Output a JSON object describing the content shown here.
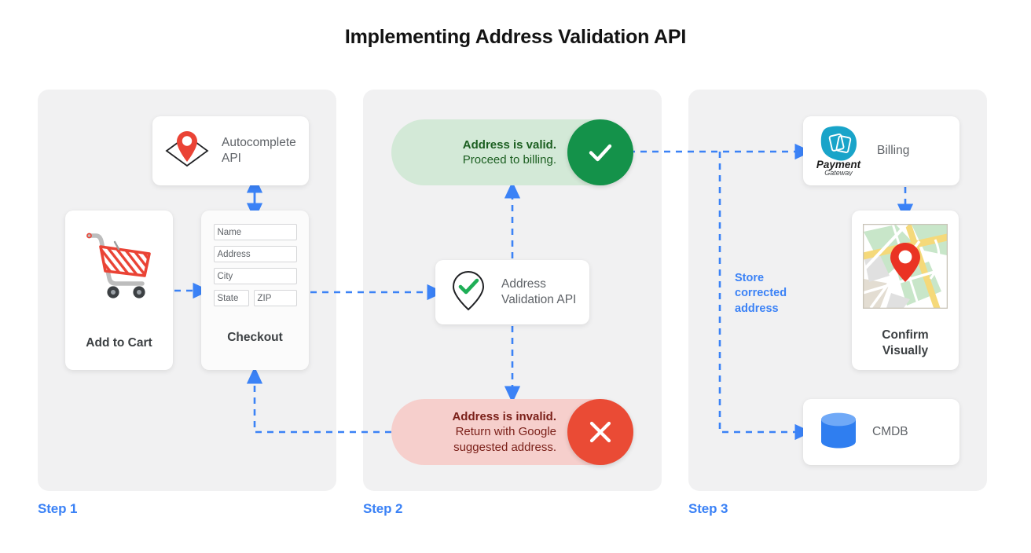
{
  "title": "Implementing Address Validation API",
  "accent_color": "#3b82f6",
  "panel_color": "#f1f1f2",
  "steps": [
    {
      "label": "Step 1"
    },
    {
      "label": "Step 2"
    },
    {
      "label": "Step 3"
    }
  ],
  "step1": {
    "autocomplete_card": {
      "label": "Autocomplete API",
      "icon": "map-pin-envelope-icon"
    },
    "add_to_cart_card": {
      "label": "Add to Cart",
      "icon": "shopping-cart-icon"
    },
    "checkout_card": {
      "label": "Checkout",
      "fields": [
        {
          "name": "name",
          "placeholder": "Name"
        },
        {
          "name": "address",
          "placeholder": "Address"
        },
        {
          "name": "city",
          "placeholder": "City"
        },
        {
          "name": "state",
          "placeholder": "State"
        },
        {
          "name": "zip",
          "placeholder": "ZIP"
        }
      ]
    }
  },
  "step2": {
    "valid_banner": {
      "line1": "Address is valid.",
      "line2": "Proceed to billing.",
      "badge_icon": "check-icon",
      "badge_color": "#14924a",
      "background": "#d3e9d7"
    },
    "validation_card": {
      "line1": "Address",
      "line2": "Validation API",
      "icon": "map-pin-check-icon"
    },
    "invalid_banner": {
      "line1": "Address is invalid.",
      "line2": "Return with Google",
      "line3": "suggested address.",
      "badge_icon": "close-icon",
      "badge_color": "#ea4b35",
      "background": "#f6cfcc"
    }
  },
  "step3": {
    "billing_card": {
      "label": "Billing",
      "logo_line1": "Payment",
      "logo_line2": "Gateway",
      "icon": "payment-gateway-icon"
    },
    "confirm_card": {
      "line1": "Confirm",
      "line2": "Visually",
      "icon": "map-thumbnail-icon"
    },
    "cmdb_card": {
      "label": "CMDB",
      "icon": "database-cylinder-icon"
    },
    "store_label": "Store corrected address"
  }
}
